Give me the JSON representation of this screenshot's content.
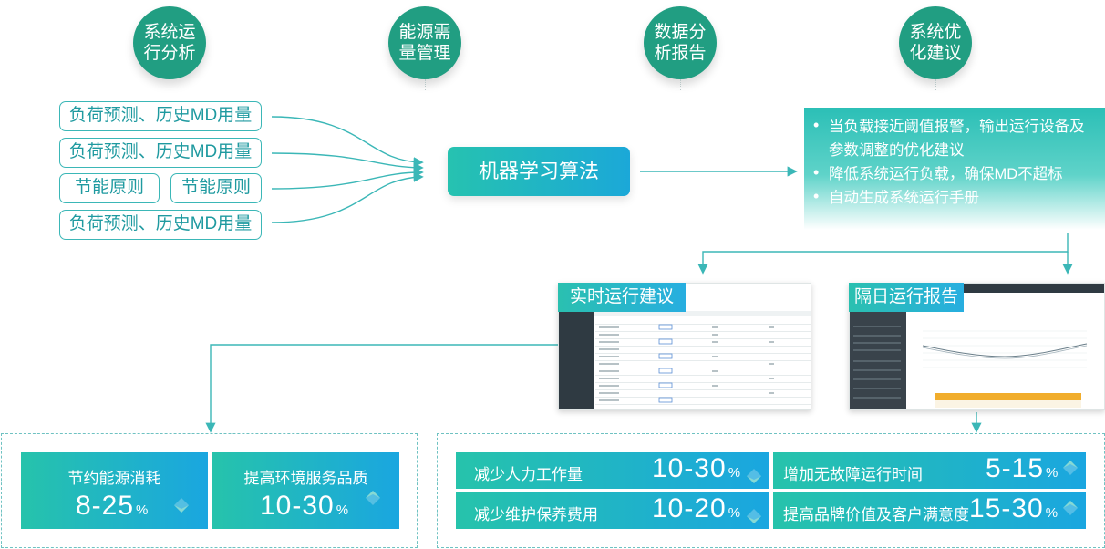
{
  "phases": [
    "系统运行分析",
    "能源需量管理",
    "数据分析报告",
    "系统优化建议"
  ],
  "inputs": {
    "row1": "负荷预测、历史MD用量",
    "row2": "负荷预测、历史MD用量",
    "row3_left": "节能原则",
    "row3_right": "节能原则",
    "row4": "负荷预测、历史MD用量"
  },
  "algorithm": "机器学习算法",
  "suggestions": [
    "当负载接近阈值报警，输出运行设备及参数调整的优化建议",
    "降低系统运行负载，确保MD不超标",
    "自动生成系统运行手册"
  ],
  "screens": {
    "realtime_title": "实时运行建议",
    "report_title": "隔日运行报告"
  },
  "benefits_left": [
    {
      "label": "节约能源消耗",
      "value": "8-25",
      "unit": "%"
    },
    {
      "label": "提高环境服务品质",
      "value": "10-30",
      "unit": "%"
    }
  ],
  "benefits_right": [
    {
      "label": "减少人力工作量",
      "value": "10-30",
      "unit": "%"
    },
    {
      "label": "增加无故障运行时间",
      "value": "5-15",
      "unit": "%"
    },
    {
      "label": "减少维护保养费用",
      "value": "10-20",
      "unit": "%"
    },
    {
      "label": "提高品牌价值及客户满意度",
      "value": "15-30",
      "unit": "%"
    }
  ],
  "colors": {
    "teal_dark": "#219e82",
    "teal": "#26c2b0",
    "blue": "#1ba8d8",
    "outline": "#3bb7b7"
  }
}
